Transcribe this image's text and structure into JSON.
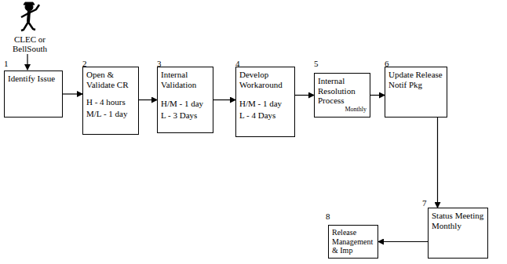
{
  "diagram": {
    "nodes": [
      {
        "text": [
          "Identify Issue"
        ]
      },
      {
        "text": [
          "Open & Validate CR",
          "H - 4 hours",
          "M/L - 1 day"
        ]
      },
      {
        "text": [
          "Internal Validation",
          "H/M - 1 day",
          "L - 3 Days"
        ]
      },
      {
        "text": [
          "Develop Workaround",
          "H/M - 1 day",
          "L - 4 Days"
        ]
      },
      {
        "text": [
          "Internal Resolution Process",
          "Monthly"
        ]
      },
      {
        "text": [
          "Update Release Notif Pkg"
        ]
      },
      {
        "text": [
          "Status Meeting Monthly"
        ]
      },
      {
        "text": [
          "Release Management & Imp"
        ]
      }
    ],
    "edges": [
      {
        "from": 0,
        "to": 1,
        "arrow": "to"
      },
      {
        "from": 1,
        "to": 2,
        "arrow": "to"
      },
      {
        "from": 2,
        "to": 3,
        "arrow": "to"
      },
      {
        "from": 3,
        "to": 4,
        "arrow": "to"
      },
      {
        "from": 4,
        "to": 5,
        "arrow": "to"
      },
      {
        "from": 5,
        "to": 6,
        "arrow": "to"
      },
      {
        "from": 6,
        "to": 7,
        "arrow": "to"
      }
    ],
    "labels": [
      "CLEC or BellSouth",
      "1",
      "2",
      "3",
      "4",
      "5",
      "6",
      "7",
      "8"
    ]
  }
}
